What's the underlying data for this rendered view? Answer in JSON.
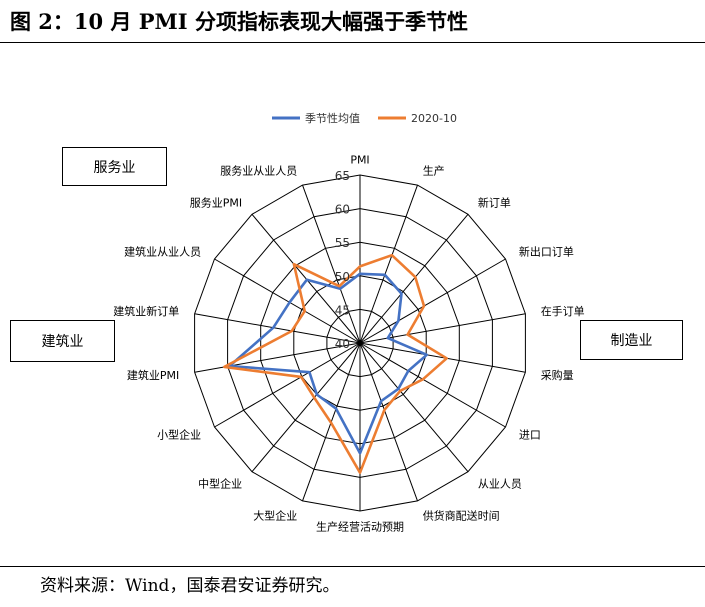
{
  "figure": {
    "title": "图 2：10 月 PMI 分项指标表现大幅强于季节性",
    "source": "资料来源：Wind，国泰君安证券研究。"
  },
  "group_labels": {
    "services": "服务业",
    "construction": "建筑业",
    "manufacturing": "制造业"
  },
  "chart_data": {
    "type": "radar",
    "categories": [
      "PMI",
      "生产",
      "新订单",
      "新出口订单",
      "在手订单",
      "采购量",
      "进口",
      "从业人员",
      "供货商配送时间",
      "生产经营活动预期",
      "大型企业",
      "中型企业",
      "小型企业",
      "建筑业PMI",
      "建筑业新订单",
      "建筑业从业人员",
      "服务业PMI",
      "服务业从业人员"
    ],
    "rlim": [
      40,
      65
    ],
    "ticks": [
      40,
      45,
      50,
      55,
      60,
      65
    ],
    "legend_position": "top",
    "series": [
      {
        "name": "季节性均值",
        "color": "#4472C4",
        "values": [
          50.3,
          50.8,
          49.6,
          46.6,
          44.2,
          50.1,
          48.3,
          48.9,
          49.2,
          56.4,
          50.4,
          50.0,
          48.7,
          59.7,
          53.1,
          52.1,
          52.3,
          48.6
        ]
      },
      {
        "name": "2020-10",
        "color": "#ED7D31",
        "values": [
          51.4,
          53.9,
          52.8,
          51.0,
          47.2,
          53.1,
          50.8,
          49.3,
          50.6,
          59.3,
          52.6,
          50.6,
          50.1,
          60.5,
          50.3,
          49.5,
          55.3,
          49.0
        ]
      }
    ]
  }
}
